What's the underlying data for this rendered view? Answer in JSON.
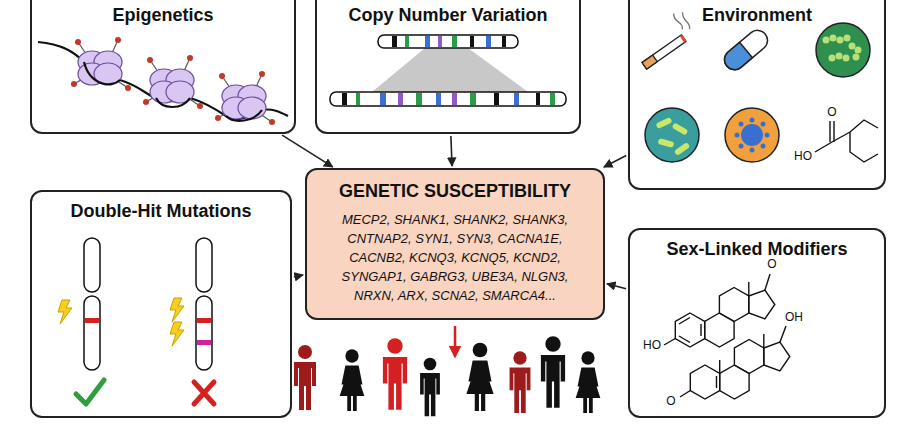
{
  "diagram": {
    "nodes": [
      {
        "text": [
          "Epigenetics"
        ]
      },
      {
        "text": [
          "Copy Number Variation"
        ]
      },
      {
        "text": [
          "Environment"
        ]
      },
      {
        "text": [
          "Double-Hit Mutations"
        ]
      },
      {
        "text": [
          "GENETIC SUSCEPTIBILITY",
          "MECP2, SHANK1, SHANK2, SHANK3, CNTNAP2, SYN1, SYN3, CACNA1E, CACNB2, KCNQ3, KCNQ5, KCND2, SYNGAP1, GABRG3, UBE3A, NLGN3, NRXN, ARX, SCNA2, SMARCA4..."
        ]
      },
      {
        "text": [
          "Sex-Linked Modifiers"
        ]
      }
    ],
    "edges": [
      {
        "from": 0,
        "to": 4,
        "arrow": "to"
      },
      {
        "from": 1,
        "to": 4,
        "arrow": "to"
      },
      {
        "from": 2,
        "to": 4,
        "arrow": "to"
      },
      {
        "from": 3,
        "to": 4,
        "arrow": "to"
      },
      {
        "from": 5,
        "to": 4,
        "arrow": "to"
      }
    ],
    "labels": [
      "O",
      "HO",
      "O",
      "HO",
      "OH",
      "O"
    ]
  }
}
